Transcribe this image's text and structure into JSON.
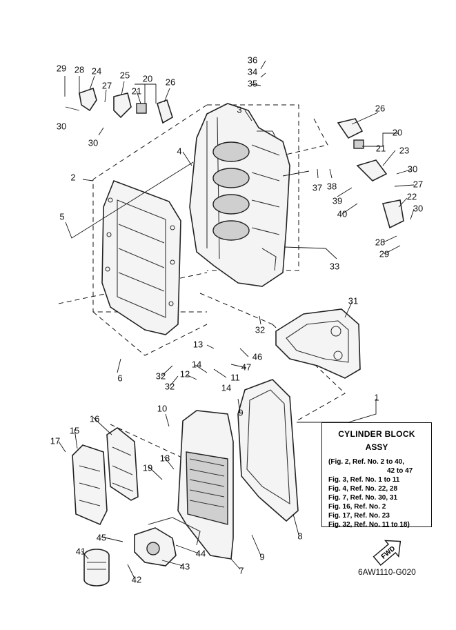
{
  "title_box": {
    "line1": "CYLINDER BLOCK",
    "line2": "ASSY",
    "refs": [
      "(Fig. 2, Ref. No. 2 to 40,",
      "42 to 47",
      "Fig. 3, Ref. No. 1 to 11",
      "Fig. 4, Ref. No. 22, 28",
      "Fig. 7, Ref. No. 30, 31",
      "Fig. 16, Ref. No. 2",
      "Fig. 17, Ref. No. 23",
      "Fig. 32, Ref. No. 11 to 18)"
    ]
  },
  "figure_code": "6AW1110-G020",
  "fwd_label": "FWD",
  "callouts": {
    "c1": "1",
    "c2": "2",
    "c3": "3",
    "c4": "4",
    "c5": "5",
    "c6": "6",
    "c7": "7",
    "c8": "8",
    "c9a": "9",
    "c9b": "9",
    "c10": "10",
    "c11": "11",
    "c12": "12",
    "c13": "13",
    "c14a": "14",
    "c14b": "14",
    "c15": "15",
    "c16": "16",
    "c17": "17",
    "c18": "18",
    "c19": "19",
    "c20a": "20",
    "c20b": "20",
    "c21a": "21",
    "c21b": "21",
    "c22": "22",
    "c23": "23",
    "c24": "24",
    "c25": "25",
    "c26a": "26",
    "c26b": "26",
    "c27a": "27",
    "c27b": "27",
    "c28a": "28",
    "c28b": "28",
    "c29a": "29",
    "c29b": "29",
    "c30a": "30",
    "c30b": "30",
    "c30c": "30",
    "c30d": "30",
    "c31": "31",
    "c32a": "32",
    "c32b": "32",
    "c32c": "32",
    "c33": "33",
    "c34": "34",
    "c35": "35",
    "c36": "36",
    "c37": "37",
    "c38": "38",
    "c39": "39",
    "c40": "40",
    "c41": "41",
    "c42": "42",
    "c43": "43",
    "c44": "44",
    "c45": "45",
    "c46": "46",
    "c47": "47"
  }
}
